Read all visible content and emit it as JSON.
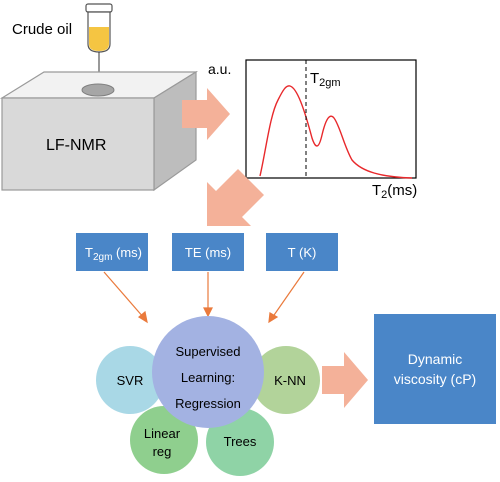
{
  "labels": {
    "crude_oil": "Crude oil",
    "instrument": "LF-NMR",
    "y_axis": "a.u.",
    "t2gm_marker": "T",
    "t2gm_marker_sub": "2gm",
    "x_axis_main": "T",
    "x_axis_sub": "2",
    "x_axis_unit": "(ms)"
  },
  "features": {
    "t2gm_main": "T",
    "t2gm_sub": "2gm",
    "t2gm_unit": " (ms)",
    "te": "TE (ms)",
    "temp": "T (K)"
  },
  "models": {
    "center_line1": "Supervised",
    "center_line2": "Learning:",
    "center_line3": "Regression",
    "svr": "SVR",
    "knn": "K-NN",
    "linear_line1": "Linear",
    "linear_line2": "reg",
    "trees": "Trees"
  },
  "output": {
    "line1": "Dynamic",
    "line2": "viscosity (cP)"
  },
  "colors": {
    "box_blue": "#4a86c8",
    "arrow_salmon": "#f4b199",
    "curve_red": "#e8292c",
    "svr": "#a9d8e6",
    "center": "#a3b2e2",
    "knn": "#b2d39a",
    "linear": "#8fcf8e",
    "trees": "#8fd3a6"
  }
}
